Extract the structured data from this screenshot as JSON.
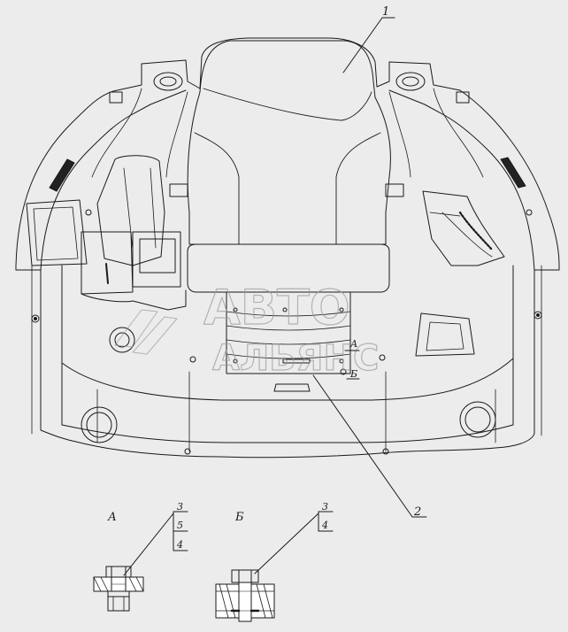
{
  "callouts": {
    "c1": "1",
    "c2": "2",
    "view_a_small": "А",
    "view_b_small": "Б"
  },
  "detail_a": {
    "title": "А",
    "ref_top": "3",
    "ref_mid": "5",
    "ref_bot": "4"
  },
  "detail_b": {
    "title": "Б",
    "ref_top": "3",
    "ref_bot": "4"
  },
  "watermark": {
    "line1": "АВТО",
    "line2": "АЛЬЯНС"
  },
  "colors": {
    "line": "#1a1a1a",
    "paper": "#ececec",
    "watermark": "#9a9a9a"
  }
}
